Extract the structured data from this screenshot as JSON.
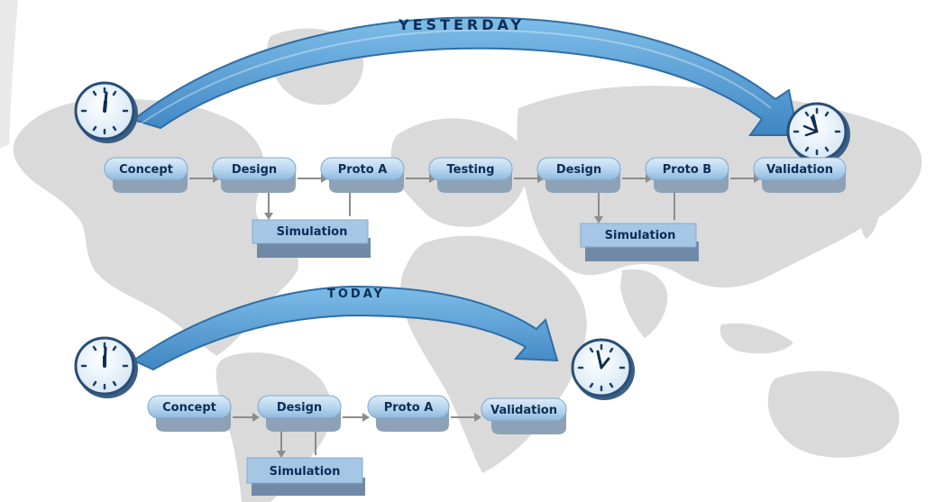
{
  "colors": {
    "map": "#dadada",
    "arc_main": "#5aa3d8",
    "arc_dark": "#2f6ea6",
    "node_top": "#bcd9f1",
    "node_side": "#8da2b6",
    "box_front": "#a6c6e6",
    "box_bottom": "#6f8aa6",
    "label": "#0c2d55",
    "connector": "#8c8c8c"
  },
  "yesterday": {
    "title": "YESTERDAY",
    "stages": [
      "Concept",
      "Design",
      "Proto A",
      "Testing",
      "Design",
      "Proto B",
      "Validation"
    ],
    "sims": [
      "Simulation",
      "Simulation"
    ]
  },
  "today": {
    "title": "TODAY",
    "stages": [
      "Concept",
      "Design",
      "Proto A",
      "Validation"
    ],
    "sims": [
      "Simulation"
    ]
  }
}
